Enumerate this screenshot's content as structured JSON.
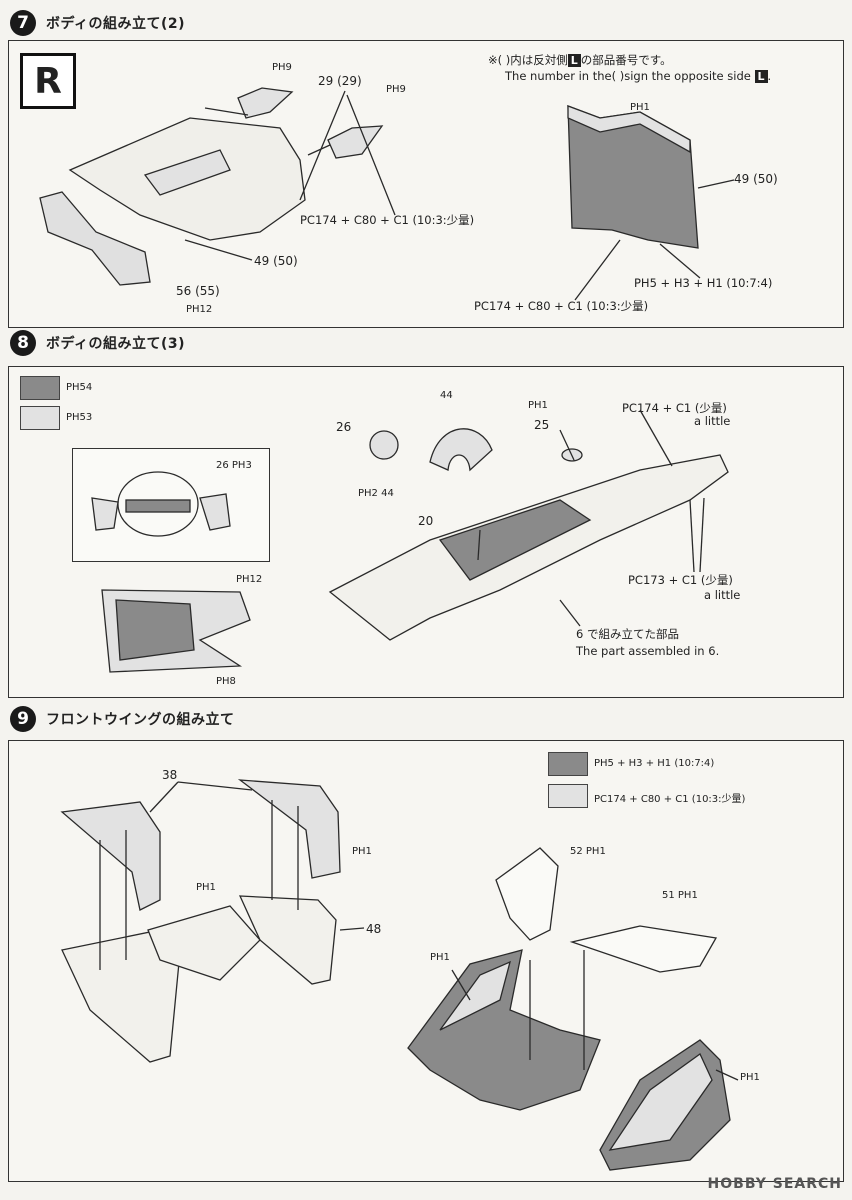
{
  "step7": {
    "number": "7",
    "title": "ボディの組み立て(2)",
    "side_badge": "R",
    "note_jp": "※( )内は反対側",
    "note_jp_tail": "の部品番号です。",
    "note_en": "The number in the( )sign the opposite side",
    "side_letter": "L",
    "labels": {
      "part_29": "29 (29)",
      "ph9_a": "PH9",
      "ph9_b": "PH9",
      "mix1": "PC174 + C80 + C1 (10:3:少量)",
      "part_49": "49 (50)",
      "part_56": "56 (55)",
      "ph12": "PH12",
      "ph1": "PH1",
      "part_49b": "49 (50)",
      "mix2": "PH5 + H3 + H1 (10:7:4)",
      "mix3": "PC174 + C80 + C1 (10:3:少量)"
    }
  },
  "step8": {
    "number": "8",
    "title": "ボディの組み立て(3)",
    "swatch_dark": "PH54",
    "swatch_light": "PH53",
    "labels": {
      "part_26_inset": "26  PH3",
      "ph12": "PH12",
      "ph8": "PH8",
      "part_44": "44",
      "part_26": "26",
      "ph2_44": "PH2  44",
      "part_20": "20",
      "ph1": "PH1",
      "part_25": "25",
      "mix1": "PC174 + C1 (少量)",
      "a_little_1": "a little",
      "mix2": "PC173 + C1 (少量)",
      "a_little_2": "a little",
      "assembled_jp": "6 で組み立てた部品",
      "assembled_en": "The part assembled in 6."
    }
  },
  "step9": {
    "number": "9",
    "title": "フロントウイングの組み立て",
    "swatch_dark": "PH5 + H3 + H1 (10:7:4)",
    "swatch_light": "PC174 + C80 + C1 (10:3:少量)",
    "labels": {
      "part_38": "38",
      "ph1_a": "PH1",
      "ph1_b": "PH1",
      "part_48": "48",
      "part_52": "52  PH1",
      "part_51": "51  PH1",
      "ph1_c": "PH1",
      "ph1_d": "PH1"
    }
  },
  "watermark": "HOBBY SEARCH",
  "colors": {
    "dark_gray": "#8a8a8a",
    "light_gray": "#e2e2e2",
    "line": "#2a2a2a"
  }
}
